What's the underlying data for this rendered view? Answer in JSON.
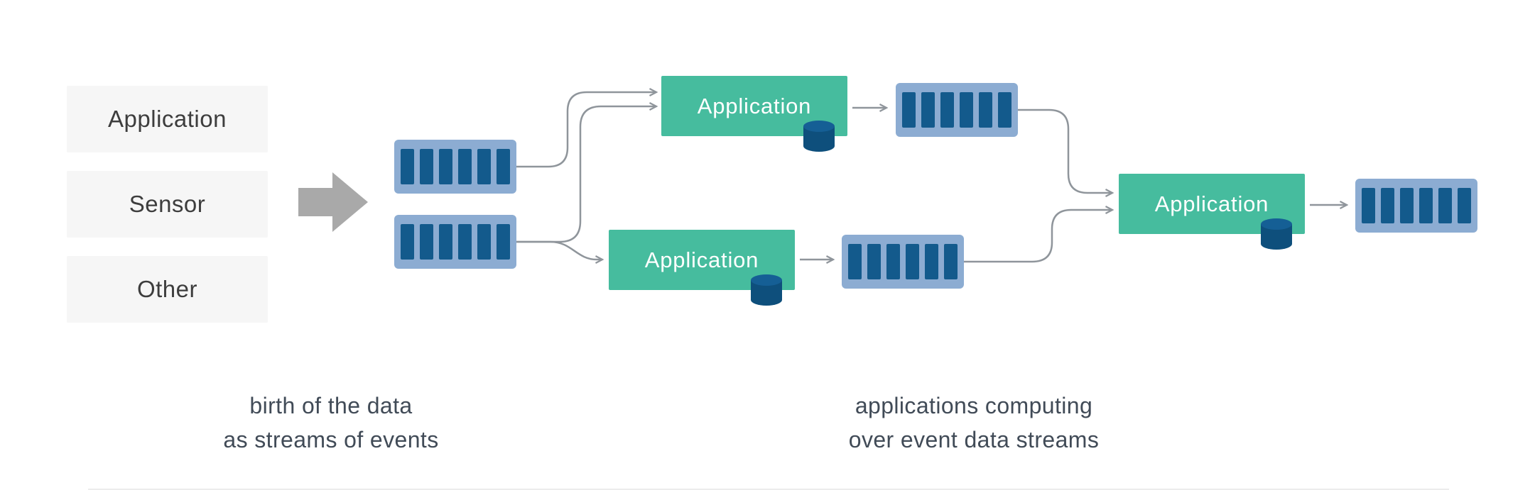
{
  "colors": {
    "source_box_bg": "#f6f6f6",
    "source_text": "#3d3d3d",
    "big_arrow": "#a9a9a9",
    "stream_outer": "#8cacd2",
    "stream_bar": "#135a8c",
    "app_green": "#46bc9e",
    "app_text": "#ffffff",
    "cylinder_body": "#0e4f7c",
    "cylinder_top": "#155f95",
    "connector": "#8f959b",
    "caption_text": "#414b57",
    "divider": "#ececec"
  },
  "sources": [
    {
      "label": "Application"
    },
    {
      "label": "Sensor"
    },
    {
      "label": "Other"
    }
  ],
  "applications": [
    {
      "label": "Application"
    },
    {
      "label": "Application"
    },
    {
      "label": "Application"
    }
  ],
  "captions": [
    {
      "line1": "birth of the data",
      "line2": "as streams of events"
    },
    {
      "line1": "applications computing",
      "line2": "over event data streams"
    }
  ],
  "stream_icon": {
    "name": "event-stream-icon",
    "bar_count": 6
  },
  "icons": {
    "flow_arrow": "big-right-block-arrow",
    "event_stream": "log-of-events-bars",
    "database_cylinder": "local-state-cylinder",
    "connector_arrowhead": "open-chevron-arrow"
  },
  "structure": {
    "nodes": [
      {
        "id": "stream-1",
        "type": "event-stream"
      },
      {
        "id": "stream-2",
        "type": "event-stream"
      },
      {
        "id": "app-top",
        "type": "application"
      },
      {
        "id": "app-bottom",
        "type": "application"
      },
      {
        "id": "stream-3",
        "type": "event-stream"
      },
      {
        "id": "stream-4",
        "type": "event-stream"
      },
      {
        "id": "app-final",
        "type": "application"
      },
      {
        "id": "stream-5",
        "type": "event-stream"
      }
    ],
    "edges": [
      {
        "from": "sources",
        "to": "streams",
        "via": "big-arrow"
      },
      {
        "from": "stream-1",
        "to": "app-top"
      },
      {
        "from": "stream-2",
        "to": "app-top"
      },
      {
        "from": "stream-2",
        "to": "app-bottom"
      },
      {
        "from": "app-top",
        "to": "stream-3"
      },
      {
        "from": "app-bottom",
        "to": "stream-4"
      },
      {
        "from": "stream-3",
        "to": "app-final"
      },
      {
        "from": "stream-4",
        "to": "app-final"
      },
      {
        "from": "app-final",
        "to": "stream-5"
      }
    ]
  }
}
